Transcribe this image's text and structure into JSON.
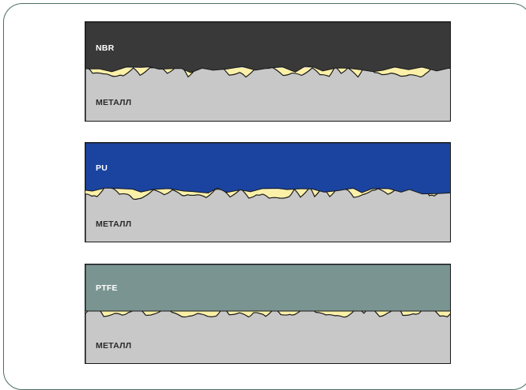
{
  "panels": [
    {
      "top_label": "NBR",
      "bottom_label": "МЕТАЛЛ",
      "top_color": "#3a3939"
    },
    {
      "top_label": "PU",
      "bottom_label": "МЕТАЛЛ",
      "top_color": "#1a44a0"
    },
    {
      "top_label": "PTFE",
      "bottom_label": "МЕТАЛЛ",
      "top_color": "#7a9591"
    }
  ],
  "colors": {
    "metal": "#c8c8c8",
    "gap_fill": "#fbf0a8",
    "outline": "#1a1a1a",
    "frame": "#4a6f64"
  }
}
